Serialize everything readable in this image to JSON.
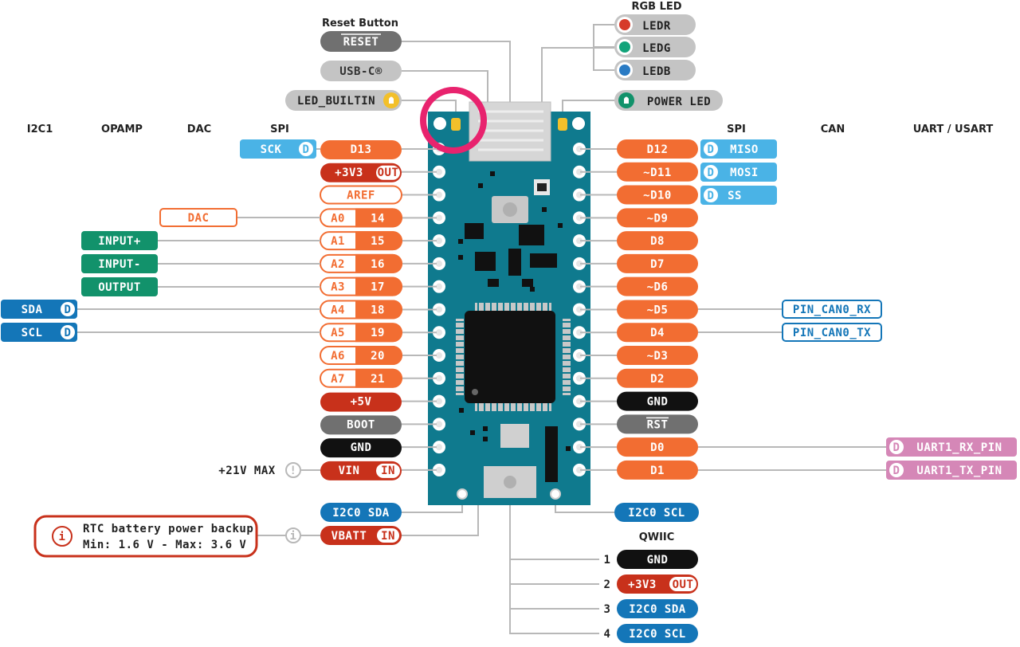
{
  "colors": {
    "orange": "#f26d32",
    "red": "#c8311b",
    "gray": "#707070",
    "lightgray": "#c4c4c4",
    "black": "#111111",
    "green": "#12926b",
    "lightblue": "#4ab3e6",
    "darkblue": "#1476b8",
    "pink": "#d587b7",
    "board": "#0f7a8e",
    "yellow": "#f3c02a"
  },
  "headers": {
    "reset_button": "Reset Button",
    "rgb_led": "RGB LED",
    "i2c1": "I2C1",
    "opamp": "OPAMP",
    "dac": "DAC",
    "spi_left": "SPI",
    "spi_right": "SPI",
    "can": "CAN",
    "uart": "UART / USART",
    "qwiic": "QWIIC"
  },
  "top_labels": {
    "reset": "RESET",
    "usb_c": "USB-C®",
    "led_builtin": "LED_BUILTIN",
    "ledr": "LEDR",
    "ledg": "LEDG",
    "ledb": "LEDB",
    "power_led": "POWER LED",
    "rst": "RST"
  },
  "left_pins": [
    {
      "label": "D13",
      "style": "solid-orange"
    },
    {
      "label": "+3V3",
      "tag": "OUT",
      "style": "solid-red"
    },
    {
      "label": "AREF",
      "style": "outline-orange"
    },
    {
      "label": "A0",
      "num": "14",
      "style": "split"
    },
    {
      "label": "A1",
      "num": "15",
      "style": "split"
    },
    {
      "label": "A2",
      "num": "16",
      "style": "split"
    },
    {
      "label": "A3",
      "num": "17",
      "style": "split"
    },
    {
      "label": "A4",
      "num": "18",
      "style": "split"
    },
    {
      "label": "A5",
      "num": "19",
      "style": "split"
    },
    {
      "label": "A6",
      "num": "20",
      "style": "split"
    },
    {
      "label": "A7",
      "num": "21",
      "style": "split"
    },
    {
      "label": "+5V",
      "style": "solid-red"
    },
    {
      "label": "BOOT",
      "style": "solid-gray"
    },
    {
      "label": "GND",
      "style": "solid-black"
    },
    {
      "label": "VIN",
      "tag": "IN",
      "style": "solid-red"
    }
  ],
  "right_pins": [
    {
      "label": "D12",
      "style": "orange"
    },
    {
      "label": "~D11",
      "style": "orange"
    },
    {
      "label": "~D10",
      "style": "orange"
    },
    {
      "label": "~D9",
      "style": "orange"
    },
    {
      "label": "D8",
      "style": "orange"
    },
    {
      "label": "D7",
      "style": "orange"
    },
    {
      "label": "~D6",
      "style": "orange"
    },
    {
      "label": "~D5",
      "style": "orange"
    },
    {
      "label": "D4",
      "style": "orange"
    },
    {
      "label": "~D3",
      "style": "orange"
    },
    {
      "label": "D2",
      "style": "orange"
    },
    {
      "label": "GND",
      "style": "black"
    },
    {
      "label": "RST",
      "style": "gray"
    },
    {
      "label": "D0",
      "style": "orange"
    },
    {
      "label": "D1",
      "style": "orange"
    }
  ],
  "side_functions": {
    "sck": "SCK",
    "dac": "DAC",
    "input_plus": "INPUT+",
    "input_minus": "INPUT-",
    "output": "OUTPUT",
    "sda": "SDA",
    "scl": "SCL",
    "miso": "MISO",
    "mosi": "MOSI",
    "ss": "SS",
    "can_rx": "PIN_CAN0_RX",
    "can_tx": "PIN_CAN0_TX",
    "uart_rx": "UART1_RX_PIN",
    "uart_tx": "UART1_TX_PIN",
    "d_badge": "D"
  },
  "bottom": {
    "i2c0_sda": "I2C0 SDA",
    "i2c0_scl": "I2C0 SCL",
    "vbatt": "VBATT",
    "in_tag": "IN",
    "max_voltage": "+21V MAX",
    "warn_symbol": "!",
    "info_symbol": "i",
    "rtc_line1": "RTC battery power backup",
    "rtc_line2": "Min: 1.6 V - Max: 3.6 V"
  },
  "qwiic": [
    {
      "num": "1",
      "label": "GND",
      "style": "black"
    },
    {
      "num": "2",
      "label": "+3V3",
      "tag": "OUT",
      "style": "red"
    },
    {
      "num": "3",
      "label": "I2C0 SDA",
      "style": "blue"
    },
    {
      "num": "4",
      "label": "I2C0 SCL",
      "style": "blue"
    }
  ]
}
